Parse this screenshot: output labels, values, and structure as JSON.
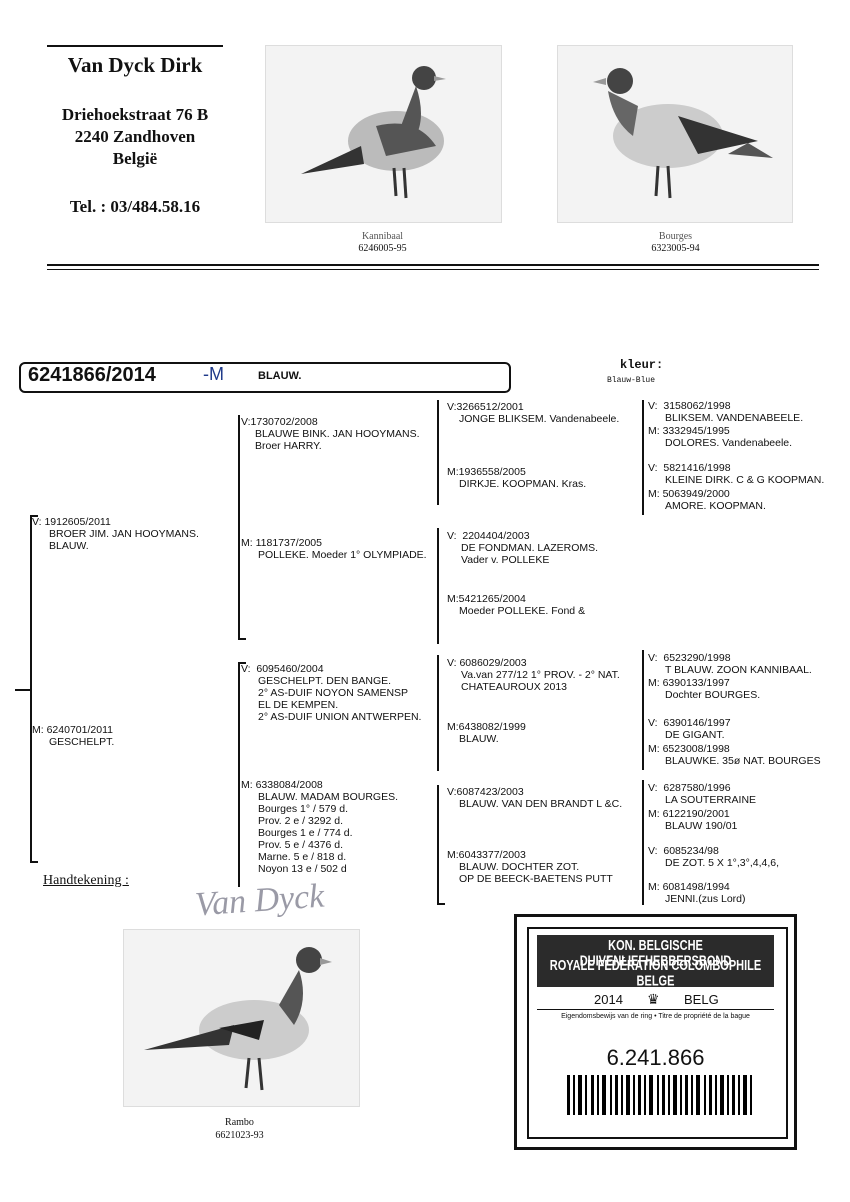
{
  "owner": {
    "name": "Van Dyck Dirk",
    "street": "Driehoekstraat 76 B",
    "city": "2240 Zandhoven",
    "country": "België",
    "phone": "Tel. : 03/484.58.16"
  },
  "photos": [
    {
      "name": "Kannibaal",
      "ring": "6246005-95"
    },
    {
      "name": "Bourges",
      "ring": "6323005-94"
    },
    {
      "name": "Rambo",
      "ring": "6621023-93"
    }
  ],
  "subject": {
    "ring": "6241866/2014",
    "sex_mark": "-M",
    "color": "BLAUW.",
    "color_label": "kleur:",
    "color_value": "Blauw-Blue"
  },
  "gen1": [
    {
      "label": "V:",
      "lines": [
        "1912605/2011",
        "BROER JIM. JAN HOOYMANS.",
        "BLAUW."
      ]
    },
    {
      "label": "M:",
      "lines": [
        "6240701/2011",
        "GESCHELPT."
      ]
    }
  ],
  "gen2": [
    {
      "label": "V:",
      "lines": [
        "1730702/2008",
        "BLAUWE BINK. JAN HOOYMANS.",
        "Broer HARRY."
      ]
    },
    {
      "label": "M:",
      "lines": [
        "1181737/2005",
        "POLLEKE. Moeder 1° OLYMPIADE."
      ]
    },
    {
      "label": "V:",
      "lines": [
        "6095460/2004",
        "GESCHELPT. DEN BANGE.",
        "2° AS-DUIF NOYON SAMENSP",
        "EL DE KEMPEN.",
        "2° AS-DUIF UNION ANTWERPEN."
      ]
    },
    {
      "label": "M:",
      "lines": [
        "6338084/2008",
        "BLAUW. MADAM BOURGES.",
        "Bourges 1° / 579 d.",
        "Prov. 2 e / 3292 d.",
        "Bourges 1 e / 774 d.",
        "Prov. 5 e / 4376 d.",
        "Marne. 5 e / 818 d.",
        "Noyon 13 e / 502 d"
      ]
    }
  ],
  "gen3": [
    {
      "label": "V:",
      "lines": [
        "3266512/2001",
        "JONGE BLIKSEM. Vandenabeele."
      ]
    },
    {
      "label": "M:",
      "lines": [
        "1936558/2005",
        "DIRKJE. KOOPMAN. Kras."
      ]
    },
    {
      "label": "V:",
      "lines": [
        "2204404/2003",
        "DE FONDMAN. LAZEROMS.",
        "Vader v. POLLEKE"
      ]
    },
    {
      "label": "M:",
      "lines": [
        "5421265/2004",
        "Moeder POLLEKE. Fond &"
      ]
    },
    {
      "label": "V:",
      "lines": [
        "6086029/2003",
        "Va.van 277/12 1° PROV. - 2° NAT.",
        "CHATEAUROUX 2013"
      ]
    },
    {
      "label": "M:",
      "lines": [
        "6438082/1999",
        "BLAUW."
      ]
    },
    {
      "label": "V:",
      "lines": [
        "6087423/2003",
        "BLAUW. VAN DEN BRANDT L &C."
      ]
    },
    {
      "label": "M:",
      "lines": [
        "6043377/2003",
        "BLAUW. DOCHTER ZOT.",
        "OP DE BEECK-BAETENS PUTT"
      ]
    }
  ],
  "gen4": [
    {
      "label": "V:",
      "lines": [
        "3158062/1998",
        "BLIKSEM. VANDENABEELE."
      ]
    },
    {
      "label": "M:",
      "lines": [
        "3332945/1995",
        "DOLORES. Vandenabeele."
      ]
    },
    {
      "label": "V:",
      "lines": [
        "5821416/1998",
        "KLEINE DIRK. C & G KOOPMAN."
      ]
    },
    {
      "label": "M:",
      "lines": [
        "5063949/2000",
        "AMORE. KOOPMAN."
      ]
    },
    {
      "label": "V:",
      "lines": [
        "6523290/1998",
        "T BLAUW. ZOON KANNIBAAL."
      ]
    },
    {
      "label": "M:",
      "lines": [
        "6390133/1997",
        "Dochter BOURGES."
      ]
    },
    {
      "label": "V:",
      "lines": [
        "6390146/1997",
        "DE GIGANT."
      ]
    },
    {
      "label": "M:",
      "lines": [
        "6523008/1998",
        "BLAUWKE. 35ø NAT. BOURGES"
      ]
    },
    {
      "label": "V:",
      "lines": [
        "6287580/1996",
        "LA SOUTERRAINE"
      ]
    },
    {
      "label": "M:",
      "lines": [
        "6122190/2001",
        "BLAUW 190/01"
      ]
    },
    {
      "label": "V:",
      "lines": [
        "6085234/98",
        "DE ZOT. 5 X 1°,3°,4,4,6,"
      ]
    },
    {
      "label": "M:",
      "lines": [
        "6081498/1994",
        "JENNI.(zus Lord)"
      ]
    }
  ],
  "signature": {
    "label": "Handtekening :",
    "scribble": "Van Dyck"
  },
  "certificate": {
    "header1": "KON. BELGISCHE DUIVENLIEFHEBBERSBOND",
    "header2": "ROYALE FÉDÉRATION COLOMBOPHILE BELGE",
    "year": "2014",
    "country": "BELG",
    "subtitle": "Eigendomsbewijs van de ring • Titre de propriété de la bague",
    "number": "6.241.866"
  },
  "colors": {
    "ink": "#111111",
    "header_bg": "#2b2b2b",
    "sex_mark": "#1f3a8a"
  }
}
